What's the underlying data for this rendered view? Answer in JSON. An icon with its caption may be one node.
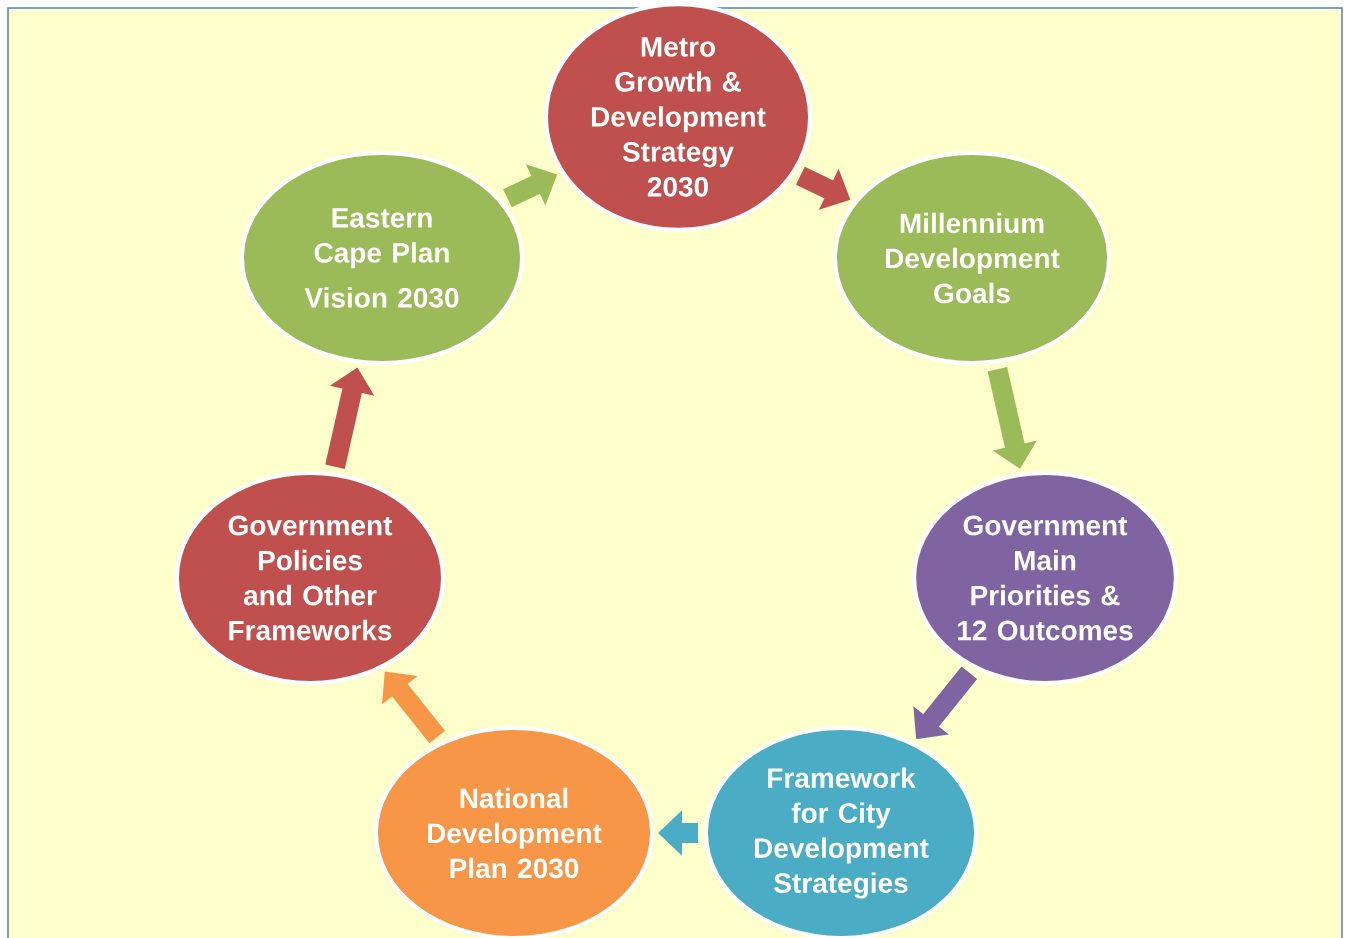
{
  "diagram": {
    "nodes": [
      {
        "text": [
          "Metro Growth & Development Strategy 2030"
        ]
      },
      {
        "text": [
          "Millennium Development Goals"
        ]
      },
      {
        "text": [
          "Government Main Priorities & 12 Outcomes"
        ]
      },
      {
        "text": [
          "Framework for City Development Strategies"
        ]
      },
      {
        "text": [
          "National Development Plan 2030"
        ]
      },
      {
        "text": [
          "Government Policies and Other Frameworks"
        ]
      },
      {
        "text": [
          "Eastern Cape Plan",
          "Vision 2030"
        ]
      }
    ],
    "edges": [
      {
        "from": 0,
        "to": 1,
        "arrow": "to",
        "color": "#c0504d"
      },
      {
        "from": 1,
        "to": 2,
        "arrow": "to",
        "color": "#9bbb59"
      },
      {
        "from": 2,
        "to": 3,
        "arrow": "to",
        "color": "#8064a2"
      },
      {
        "from": 3,
        "to": 4,
        "arrow": "to",
        "color": "#4bacc6"
      },
      {
        "from": 4,
        "to": 5,
        "arrow": "to",
        "color": "#f79646"
      },
      {
        "from": 5,
        "to": 6,
        "arrow": "to",
        "color": "#c0504d"
      },
      {
        "from": 6,
        "to": 0,
        "arrow": "to",
        "color": "#9bbb59"
      }
    ]
  }
}
